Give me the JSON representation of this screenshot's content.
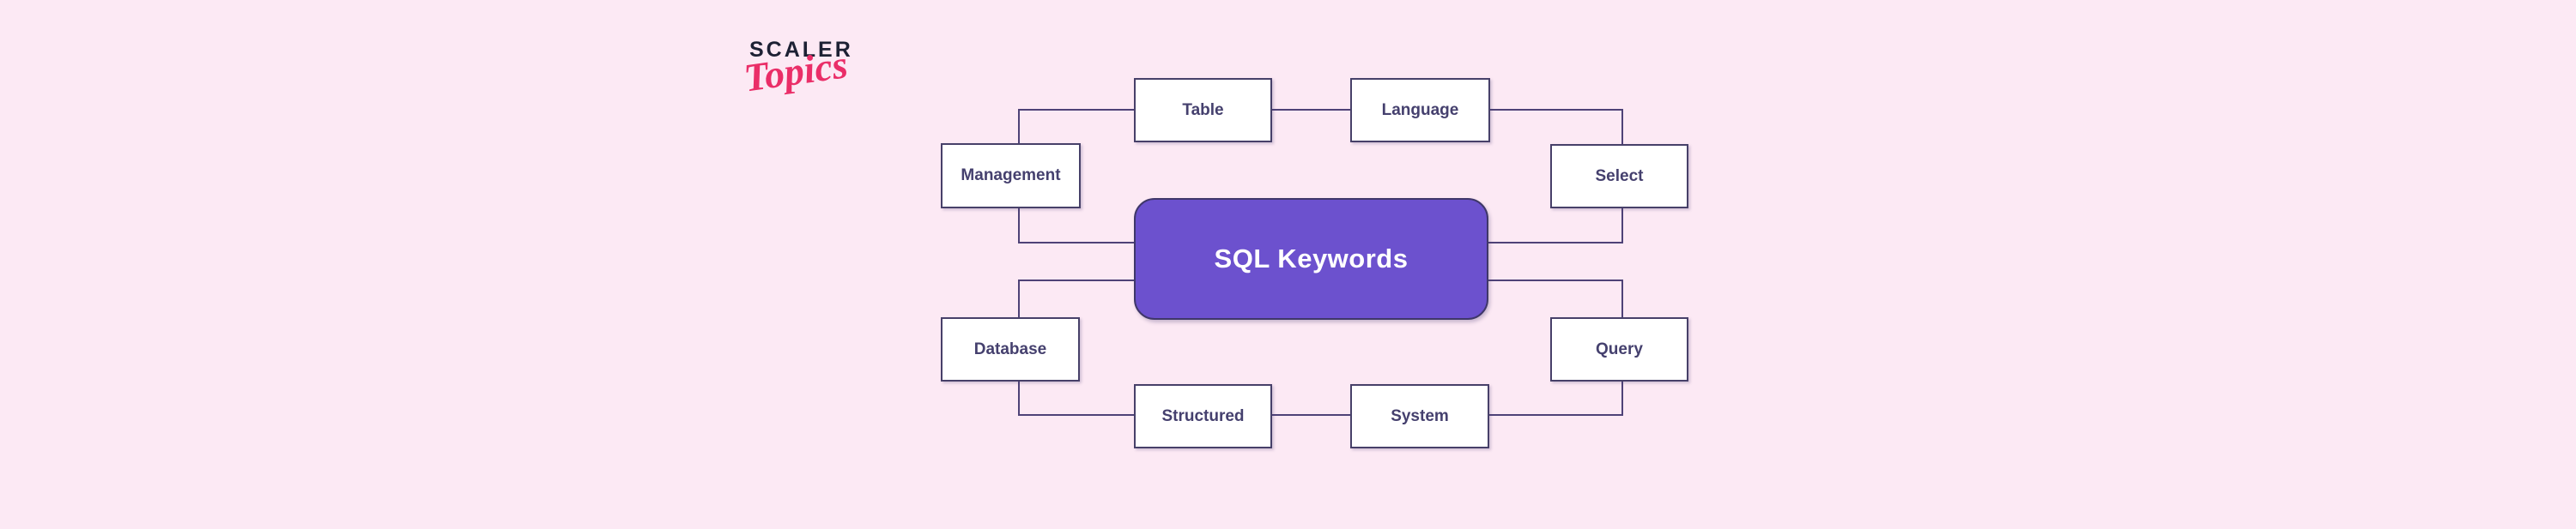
{
  "logo": {
    "primary": "SCALER",
    "secondary": "Topics",
    "primary_color": "#1D2134",
    "secondary_color": "#EA2E68"
  },
  "diagram": {
    "center_label": "SQL Keywords",
    "nodes": [
      {
        "id": "table",
        "label": "Table"
      },
      {
        "id": "language",
        "label": "Language"
      },
      {
        "id": "management",
        "label": "Management"
      },
      {
        "id": "select",
        "label": "Select"
      },
      {
        "id": "database",
        "label": "Database"
      },
      {
        "id": "query",
        "label": "Query"
      },
      {
        "id": "structured",
        "label": "Structured"
      },
      {
        "id": "system",
        "label": "System"
      }
    ],
    "connections": [
      "Management-Table",
      "Table-Language",
      "Language-Select",
      "Select-SQL Keywords",
      "SQL Keywords-Management",
      "SQL Keywords-Database",
      "Database-Structured",
      "Structured-System",
      "System-Query",
      "Query-SQL Keywords"
    ],
    "colors": {
      "background": "#FCE9F4",
      "connector_line": "#4E4277",
      "node_fill": "#FFFFFF",
      "node_border": "#474069",
      "node_text": "#45406E",
      "center_fill": "#6C51CE",
      "center_border": "#3F3769",
      "center_text": "#FFFFFF"
    }
  }
}
